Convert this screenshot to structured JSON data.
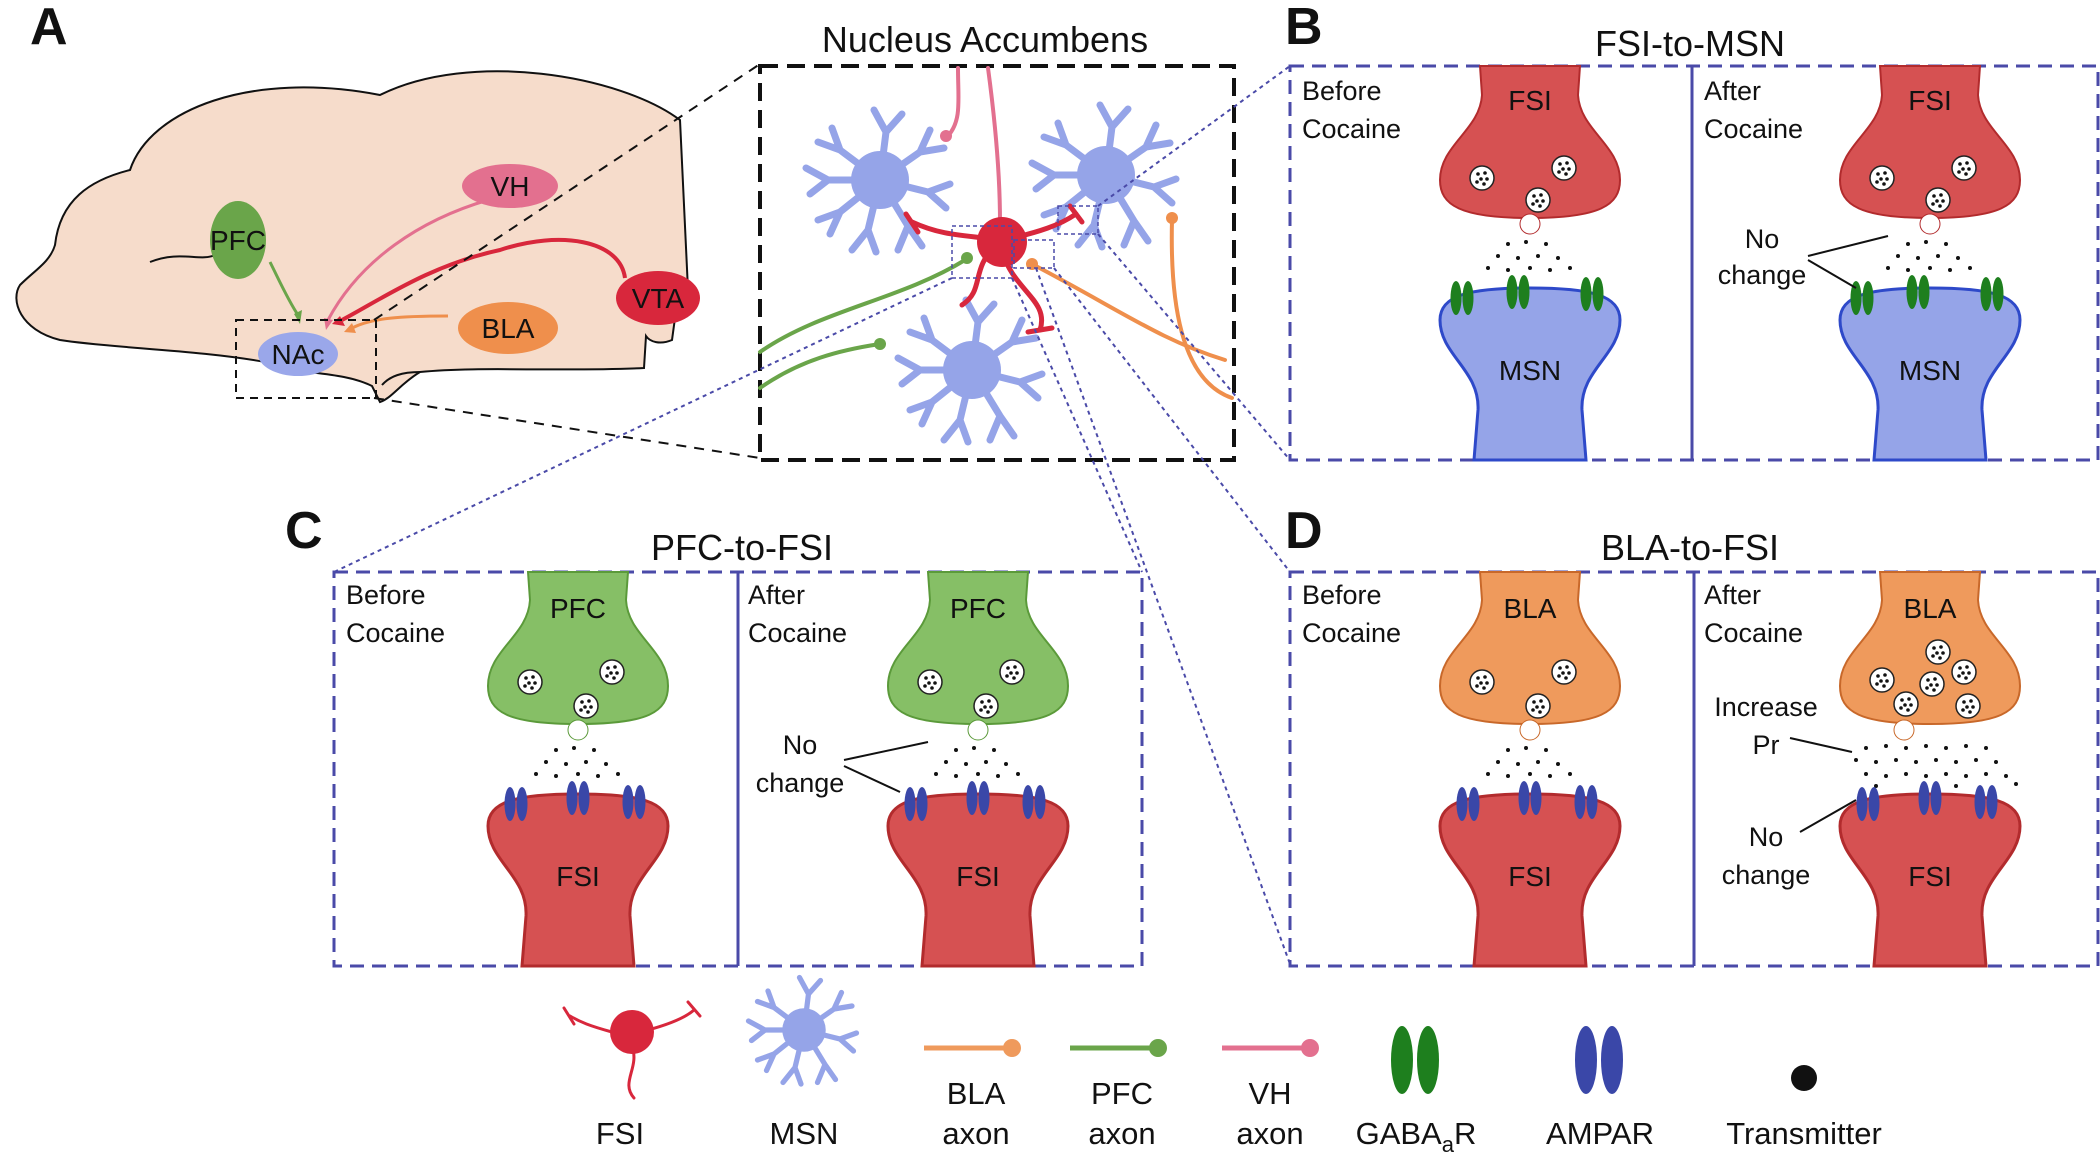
{
  "panel_letters": {
    "a": "A",
    "b": "B",
    "c": "C",
    "d": "D"
  },
  "brain": {
    "regions": {
      "pfc": "PFC",
      "vh": "VH",
      "vta": "VTA",
      "bla": "BLA",
      "nac": "NAc"
    },
    "colors": {
      "tissue": "#f6dccb",
      "pfc": "#6aa54a",
      "vh": "#e3708f",
      "vta": "#d8273c",
      "bla": "#ef8f4c",
      "nac": "#9aa7ea"
    }
  },
  "accumbens": {
    "title": "Nucleus Accumbens"
  },
  "panel_b": {
    "title": "FSI-to-MSN",
    "before": {
      "label1": "Before",
      "label2": "Cocaine",
      "pre": "FSI",
      "post": "MSN"
    },
    "after": {
      "label1": "After",
      "label2": "Cocaine",
      "pre": "FSI",
      "post": "MSN",
      "note1": "No",
      "note2": "change"
    }
  },
  "panel_c": {
    "title": "PFC-to-FSI",
    "before": {
      "label1": "Before",
      "label2": "Cocaine",
      "pre": "PFC",
      "post": "FSI"
    },
    "after": {
      "label1": "After",
      "label2": "Cocaine",
      "pre": "PFC",
      "post": "FSI",
      "note1": "No",
      "note2": "change"
    }
  },
  "panel_d": {
    "title": "BLA-to-FSI",
    "before": {
      "label1": "Before",
      "label2": "Cocaine",
      "pre": "BLA",
      "post": "FSI"
    },
    "after": {
      "label1": "After",
      "label2": "Cocaine",
      "pre": "BLA",
      "post": "FSI",
      "note1": "Increase",
      "note2": "Pr",
      "note3": "No",
      "note4": "change"
    }
  },
  "legend": {
    "fsi": "FSI",
    "msn": "MSN",
    "bla_axon_1": "BLA",
    "bla_axon_2": "axon",
    "pfc_axon_1": "PFC",
    "pfc_axon_2": "axon",
    "vh_axon_1": "VH",
    "vh_axon_2": "axon",
    "gaba_main": "GABA",
    "gaba_sub": "a",
    "gaba_end": "R",
    "ampar": "AMPAR",
    "transmitter": "Transmitter"
  },
  "colors": {
    "fsi_red": "#d8273c",
    "fsi_soma": "#e63b3b",
    "msn_blue": "#95a4e8",
    "msn_edge": "#2e49c9",
    "pfc_green": "#86bf66",
    "bla_orange": "#ef9a5c",
    "gaba_green": "#1e7f1e",
    "ampar_blue": "#3a47a8",
    "frame_purple": "#4a4aa8"
  }
}
